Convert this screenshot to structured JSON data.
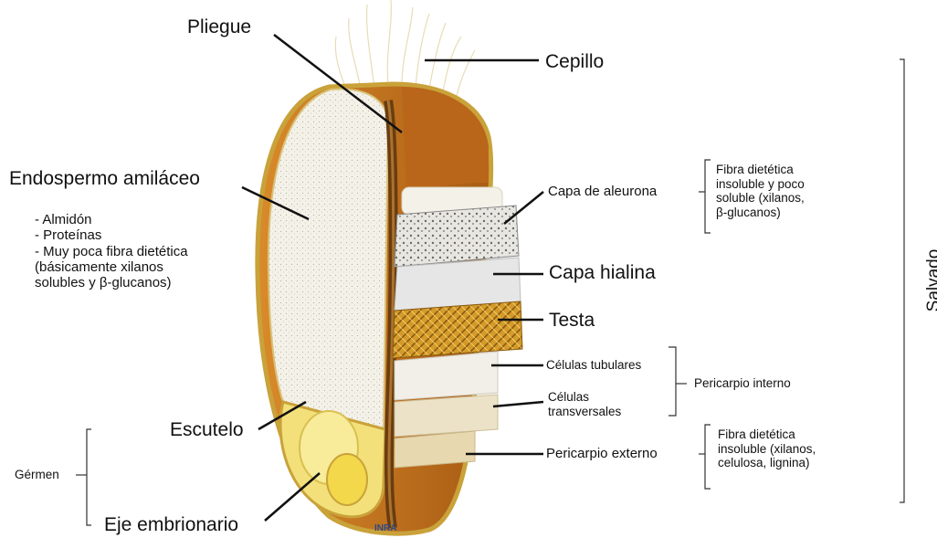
{
  "labels": {
    "pliegue": "Pliegue",
    "cepillo": "Cepillo",
    "endospermo": "Endospermo amiláceo",
    "endospermo_items": [
      "- Almidón",
      "- Proteínas",
      "- Muy poca fibra dietética",
      "(básicamente xilanos",
      "solubles y β-glucanos)"
    ],
    "capa_aleurona": "Capa de aleurona",
    "aleurona_note": [
      "Fibra dietética",
      "insoluble y poco",
      "soluble (xilanos,",
      "β-glucanos)"
    ],
    "capa_hialina": "Capa hialina",
    "testa": "Testa",
    "celulas_tubulares": "Células tubulares",
    "celulas_transversales": [
      "Células",
      "transversales"
    ],
    "pericarpio_interno": "Pericarpio interno",
    "pericarpio_externo": "Pericarpio externo",
    "pericarpio_note": [
      "Fibra dietética",
      "insoluble (xilanos,",
      "celulosa, lignina)"
    ],
    "escutelo": "Escutelo",
    "eje_embrionario": "Eje embrionario",
    "germen": "Gérmen",
    "salvado": "Salvado",
    "credit": "INRA"
  },
  "colors": {
    "bran_orange": "#c8741a",
    "bran_dark": "#8a4a12",
    "endosperm": "#f2efe6",
    "germ_yellow": "#f4e26a",
    "hair": "#e8d9a8",
    "leader": "#111111"
  }
}
